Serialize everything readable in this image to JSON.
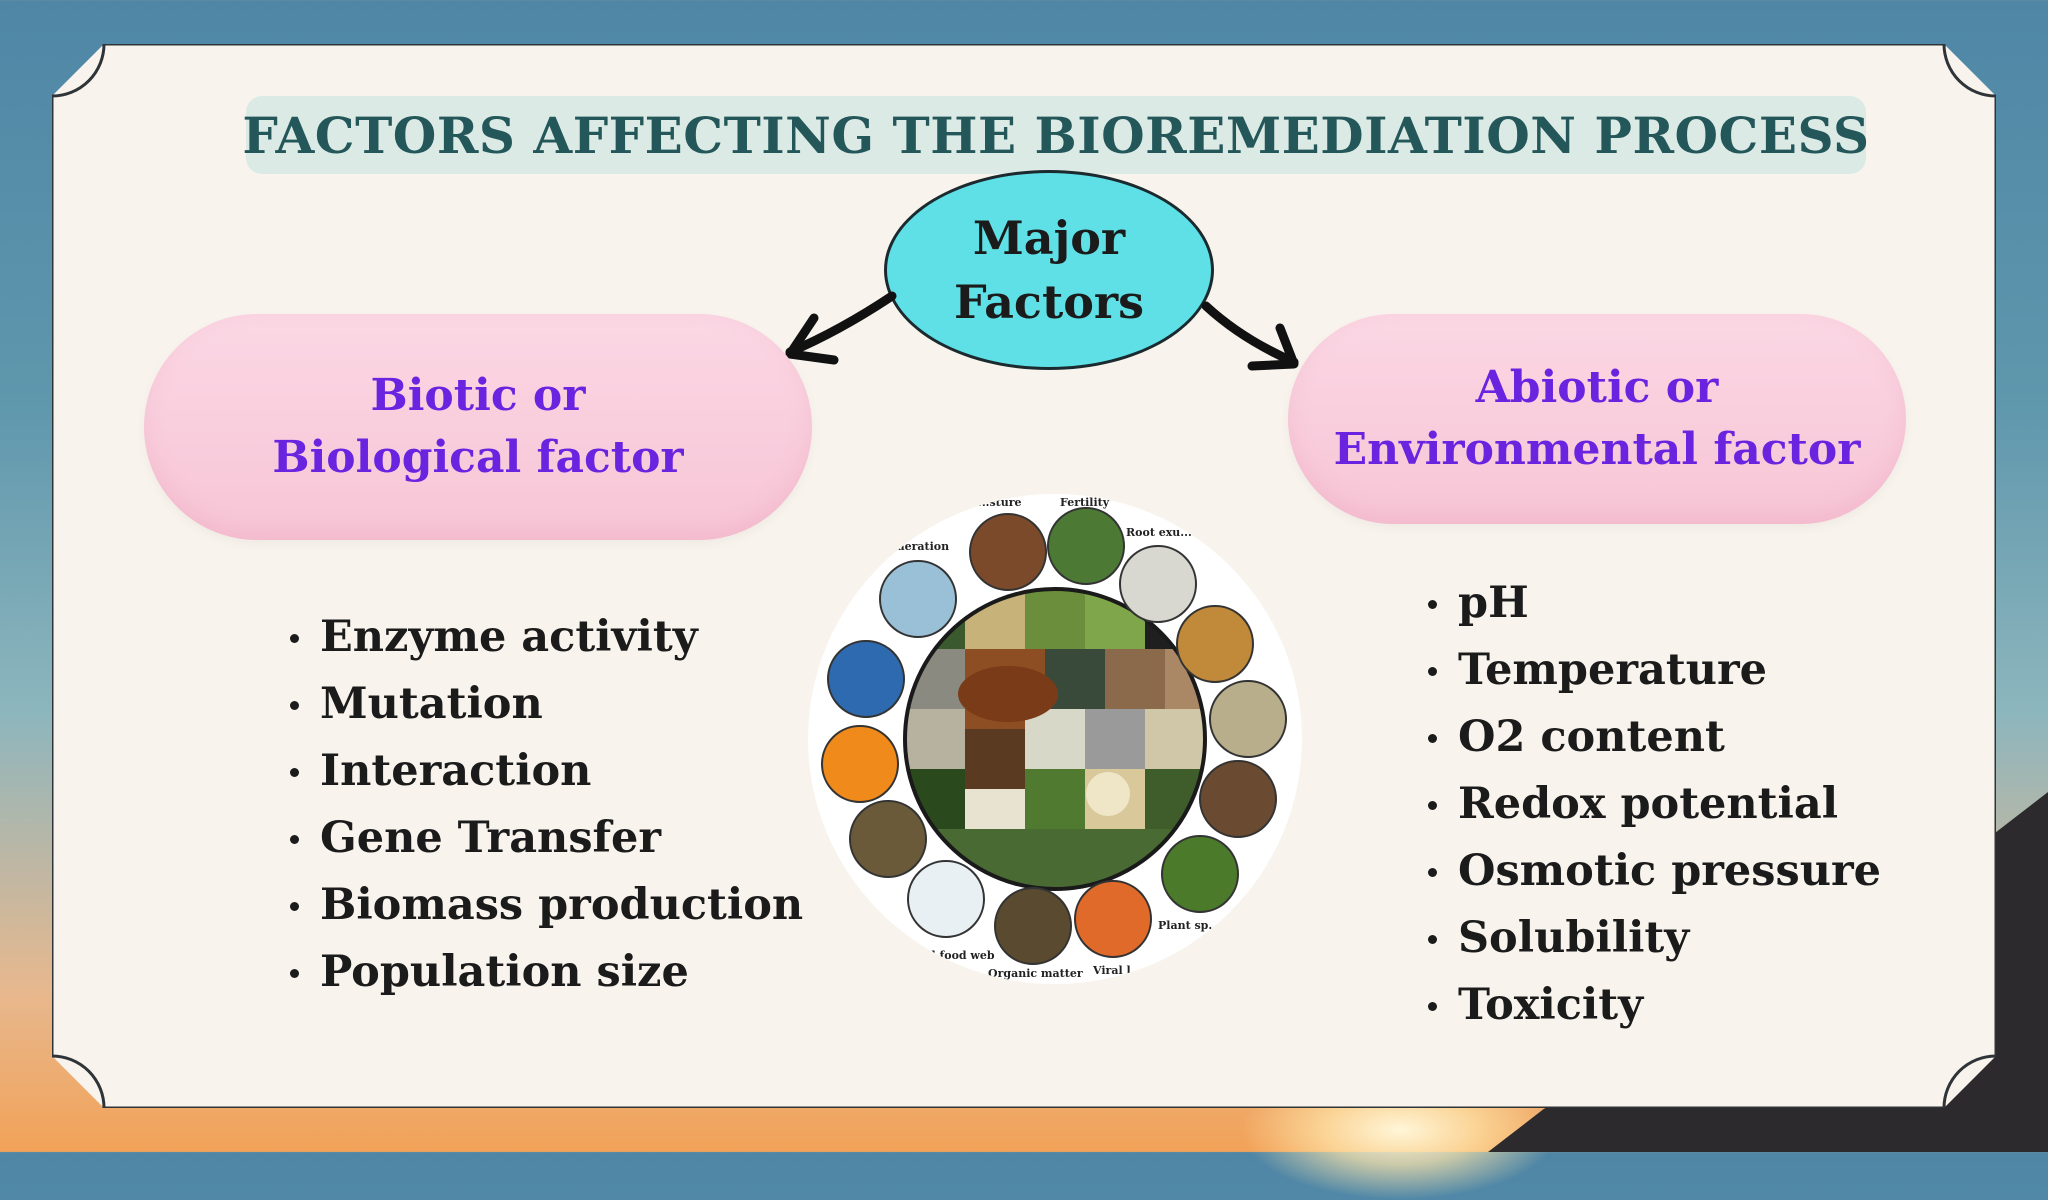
{
  "title": "FACTORS AFFECTING THE BIOREMEDIATION PROCESS",
  "center": {
    "line1": "Major",
    "line2": "Factors"
  },
  "biotic": {
    "line1": "Biotic or",
    "line2": "Biological factor",
    "items": [
      "Enzyme activity",
      "Mutation",
      "Interaction",
      "Gene Transfer",
      "Biomass production",
      "Population size"
    ]
  },
  "abiotic": {
    "line1": "Abiotic or",
    "line2": "Environmental factor",
    "items": [
      "pH",
      "Temperature",
      "O2 content",
      "Redox potential",
      "Osmotic pressure",
      "Solubility",
      "Toxicity"
    ]
  },
  "collage_labels": {
    "moisture": "...sture",
    "fertility": "Fertility",
    "root": "Root exu...",
    "aeration": "...aeration",
    "food_web": "...l food web",
    "organic": "Organic matter",
    "viral": "Viral l...",
    "plant": "Plant sp..."
  },
  "colors": {
    "title": "#24575a",
    "title_band": "#dceae6",
    "center_fill": "#5fdfe6",
    "pill_fill": "#f8cadb",
    "pill_text": "#6a24e0",
    "card": "#f8f3ec"
  }
}
